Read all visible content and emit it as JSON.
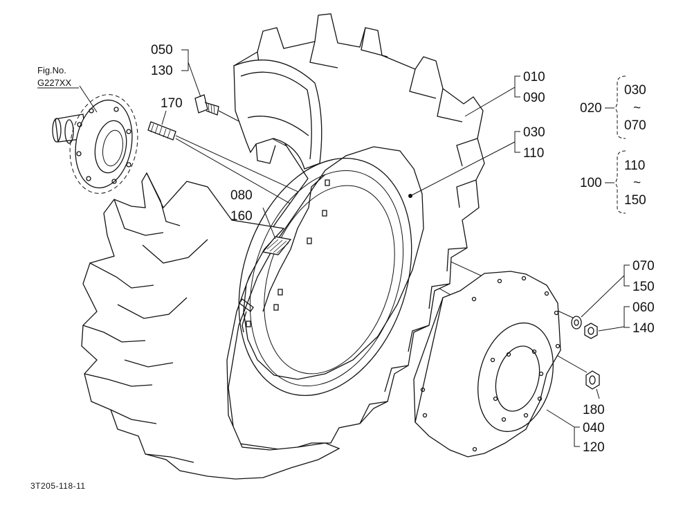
{
  "figure": {
    "fig_no_label": "Fig.No.",
    "fig_no_value": "G227XX",
    "footer_code": "3T205-118-11"
  },
  "callouts": {
    "c050": "050",
    "c130": "130",
    "c170": "170",
    "c010": "010",
    "c090": "090",
    "c030a": "030",
    "c110a": "110",
    "c080": "080",
    "c160": "160",
    "c070": "070",
    "c150": "150",
    "c060": "060",
    "c140": "140",
    "c180": "180",
    "c040": "040",
    "c120": "120"
  },
  "legend": {
    "g1_parent": "020",
    "g1_from": "030",
    "g1_tilde": "~",
    "g1_to": "070",
    "g2_parent": "100",
    "g2_from": "110",
    "g2_tilde": "~",
    "g2_to": "150"
  }
}
